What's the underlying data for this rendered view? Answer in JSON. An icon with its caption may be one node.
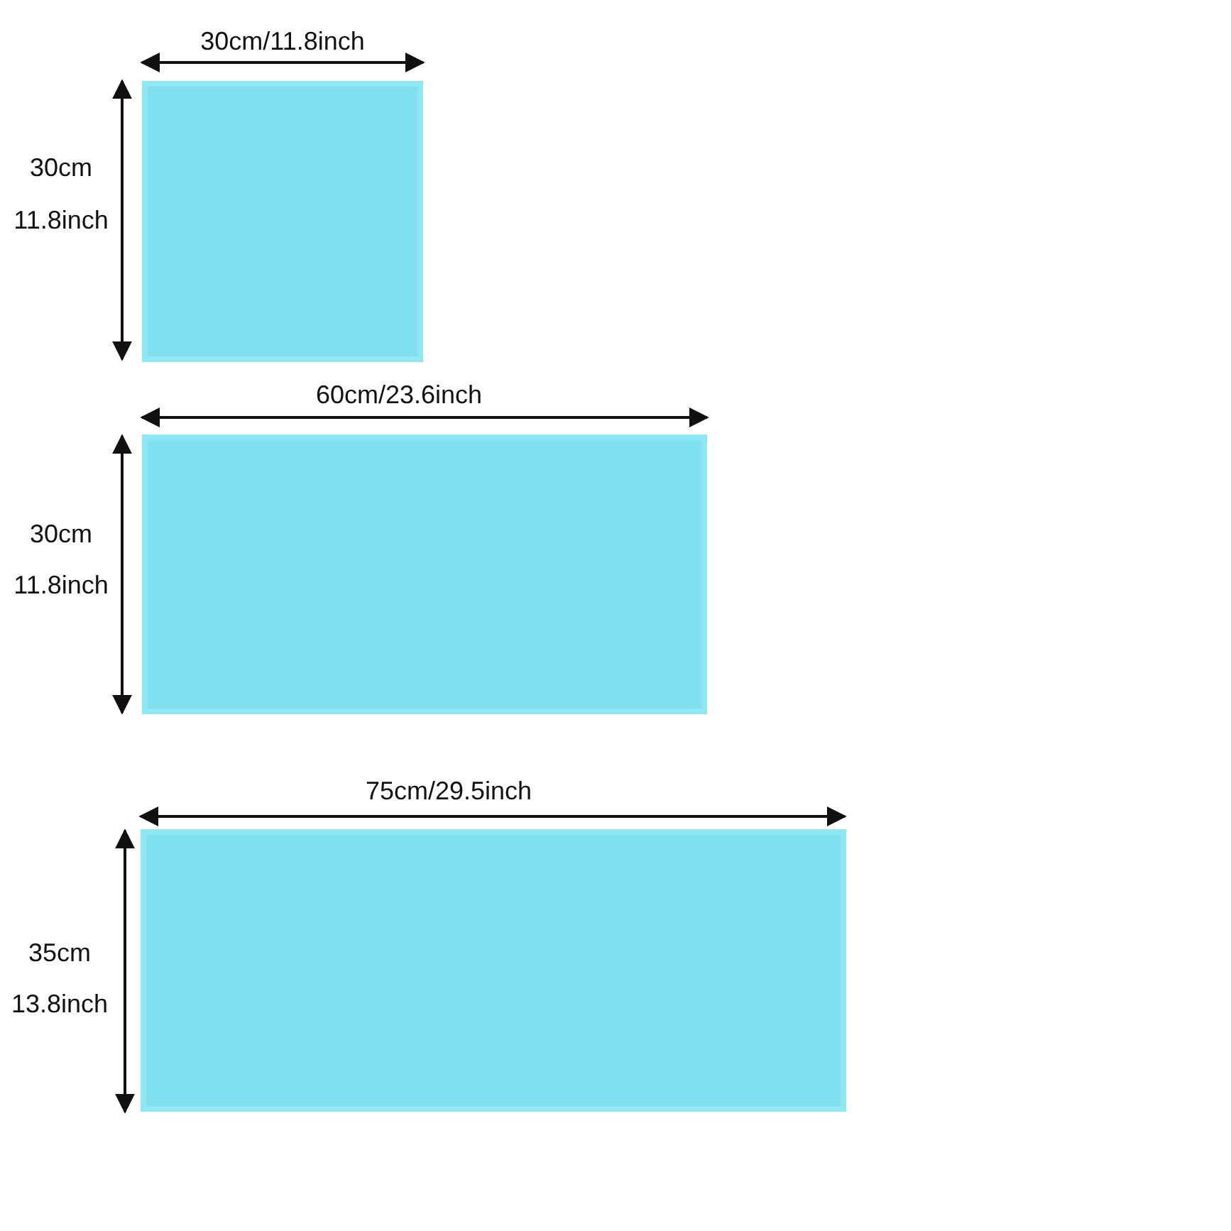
{
  "diagram": {
    "nodes": [
      {
        "text": [],
        "shape": "box"
      },
      {
        "text": [],
        "shape": "box"
      },
      {
        "text": [],
        "shape": "box"
      }
    ],
    "labels": [
      "30cm/11.8inch",
      "30cm",
      "11.8inch",
      "60cm/23.6inch",
      "30cm",
      "11.8inch",
      "75cm/29.5inch",
      "35cm",
      "13.8inch"
    ]
  }
}
